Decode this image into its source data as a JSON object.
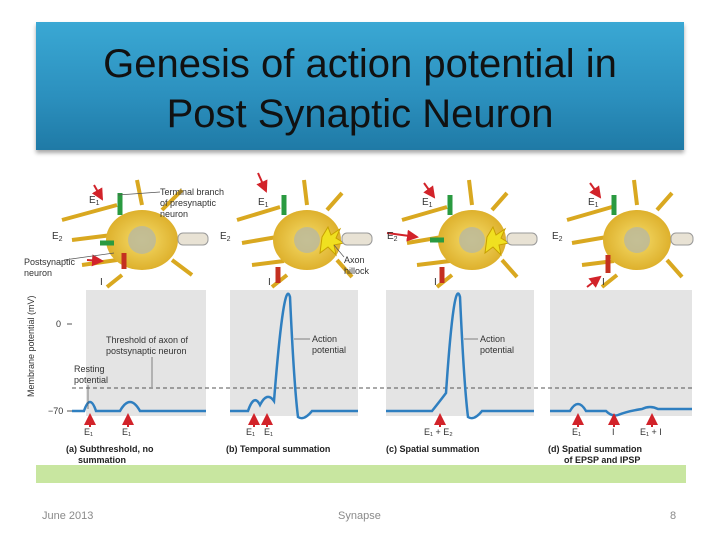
{
  "slide": {
    "title_line1": "Genesis of action potential in",
    "title_line2": "Post Synaptic Neuron",
    "footer_date": "June 2013",
    "footer_center": "Synapse",
    "page_number": "8"
  },
  "figure": {
    "neuron_labels": {
      "terminal_branch": [
        "Terminal branch",
        "of presynaptic",
        "neuron"
      ],
      "postsynaptic": [
        "Postsynaptic",
        "neuron"
      ],
      "axon_hillock": [
        "Axon",
        "hillock"
      ],
      "e1": "E",
      "e2": "E",
      "inhib": "I"
    },
    "y_axis_label": "Membrane potential (mV)",
    "tick_zero": "0",
    "tick_minus70": "−70",
    "threshold_label": [
      "Threshold of axon of",
      "postsynaptic neuron"
    ],
    "resting_label": [
      "Resting",
      "potential"
    ],
    "action_label": [
      "Action",
      "potential"
    ],
    "panels": [
      {
        "caption": [
          "(a) Subthreshold, no",
          "summation"
        ],
        "stims": [
          "E₁",
          "E₁"
        ]
      },
      {
        "caption": [
          "(b) Temporal summation"
        ],
        "stims": [
          "E₁",
          "E₁"
        ]
      },
      {
        "caption": [
          "(c) Spatial summation"
        ],
        "stims": [
          "E₁ + E₂"
        ]
      },
      {
        "caption": [
          "(d) Spatial summation",
          "of EPSP and IPSP"
        ],
        "stims": [
          "E₁",
          "I",
          "E₁ + I"
        ]
      }
    ],
    "colors": {
      "trace": "#2f7fc0",
      "stim_arrow": "#d2232a",
      "panel_bg": "#e2e2e2",
      "cell": "#e8c23a"
    }
  }
}
